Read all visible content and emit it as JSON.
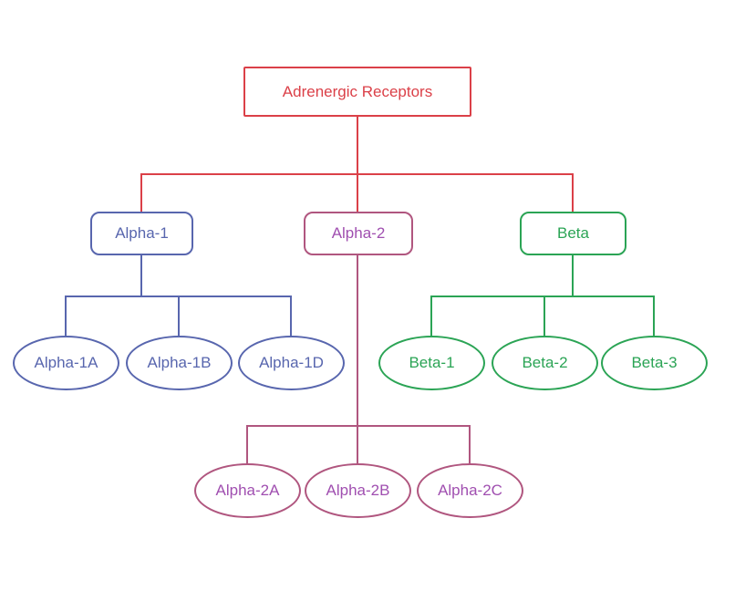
{
  "diagram": {
    "type": "tree",
    "title": "Adrenergic Receptors",
    "colors": {
      "root": "#DB4048",
      "alpha1_branch": "#5866AE",
      "alpha2_border": "#B0567F",
      "alpha2_text": "#A04FB0",
      "beta_branch": "#2BA455",
      "background": "#FFFFFF"
    },
    "root": {
      "label": "Adrenergic Receptors",
      "shape": "rectangle"
    },
    "branches": [
      {
        "label": "Alpha-1",
        "shape": "rounded-rectangle",
        "children": [
          {
            "label": "Alpha-1A",
            "shape": "ellipse"
          },
          {
            "label": "Alpha-1B",
            "shape": "ellipse"
          },
          {
            "label": "Alpha-1D",
            "shape": "ellipse"
          }
        ]
      },
      {
        "label": "Alpha-2",
        "shape": "rounded-rectangle",
        "children": [
          {
            "label": "Alpha-2A",
            "shape": "ellipse"
          },
          {
            "label": "Alpha-2B",
            "shape": "ellipse"
          },
          {
            "label": "Alpha-2C",
            "shape": "ellipse"
          }
        ]
      },
      {
        "label": "Beta",
        "shape": "rounded-rectangle",
        "children": [
          {
            "label": "Beta-1",
            "shape": "ellipse"
          },
          {
            "label": "Beta-2",
            "shape": "ellipse"
          },
          {
            "label": "Beta-3",
            "shape": "ellipse"
          }
        ]
      }
    ]
  }
}
